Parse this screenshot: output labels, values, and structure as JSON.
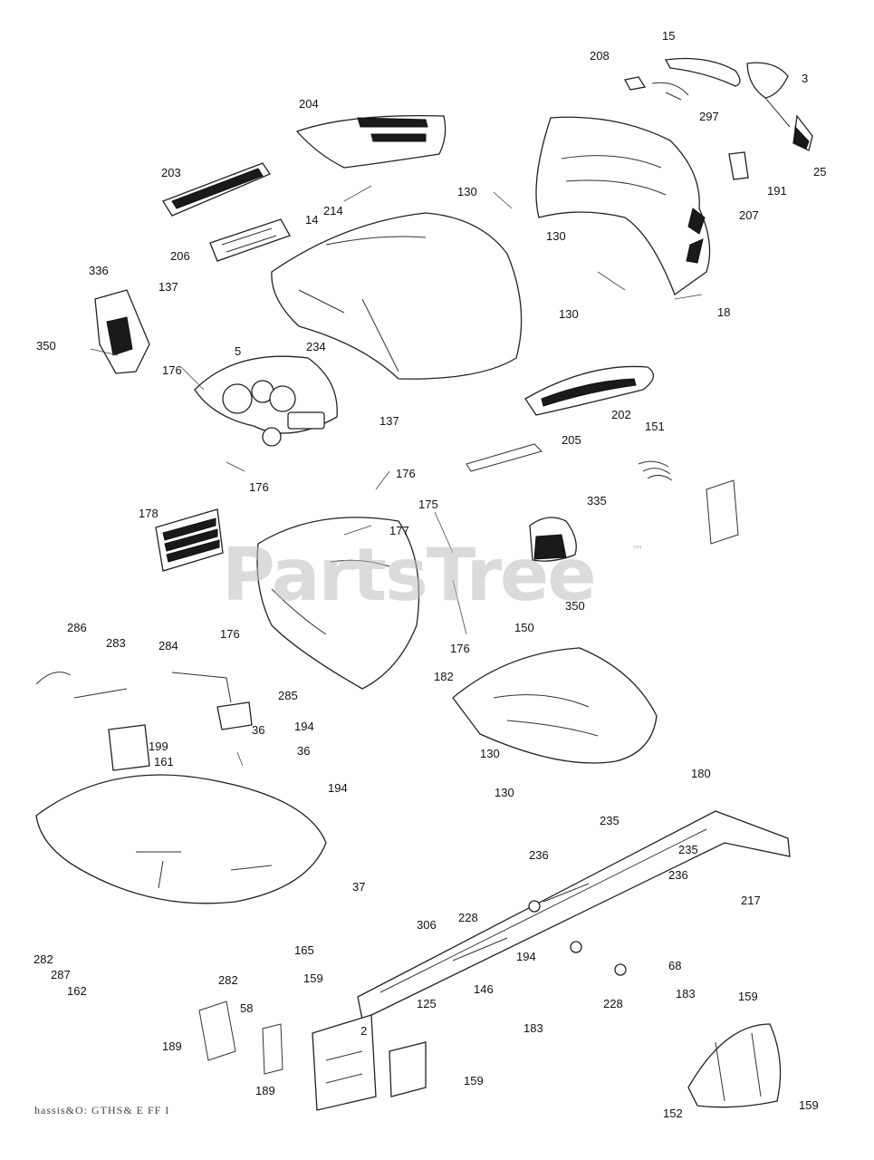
{
  "watermark": {
    "text": "PartsTree",
    "trademark": "™"
  },
  "footer": {
    "text": "hassis&O: GTHS& E FF I"
  },
  "callouts": [
    {
      "id": "c15",
      "label": "15"
    },
    {
      "id": "c208",
      "label": "208"
    },
    {
      "id": "c3",
      "label": "3"
    },
    {
      "id": "c297",
      "label": "297"
    },
    {
      "id": "c25",
      "label": "25"
    },
    {
      "id": "c204",
      "label": "204"
    },
    {
      "id": "c191",
      "label": "191"
    },
    {
      "id": "c203",
      "label": "203"
    },
    {
      "id": "c130a",
      "label": "130"
    },
    {
      "id": "c207",
      "label": "207"
    },
    {
      "id": "c214",
      "label": "214"
    },
    {
      "id": "c14",
      "label": "14"
    },
    {
      "id": "c130b",
      "label": "130"
    },
    {
      "id": "c206",
      "label": "206"
    },
    {
      "id": "c336",
      "label": "336"
    },
    {
      "id": "c137a",
      "label": "137"
    },
    {
      "id": "c18",
      "label": "18"
    },
    {
      "id": "c130c",
      "label": "130"
    },
    {
      "id": "c350a",
      "label": "350"
    },
    {
      "id": "c5",
      "label": "5"
    },
    {
      "id": "c234",
      "label": "234"
    },
    {
      "id": "c176a",
      "label": "176"
    },
    {
      "id": "c137b",
      "label": "137"
    },
    {
      "id": "c202",
      "label": "202"
    },
    {
      "id": "c151",
      "label": "151"
    },
    {
      "id": "c205",
      "label": "205"
    },
    {
      "id": "c176b",
      "label": "176"
    },
    {
      "id": "c176c",
      "label": "176"
    },
    {
      "id": "c175",
      "label": "175"
    },
    {
      "id": "c335",
      "label": "335"
    },
    {
      "id": "c178",
      "label": "178"
    },
    {
      "id": "c177",
      "label": "177"
    },
    {
      "id": "c350b",
      "label": "350"
    },
    {
      "id": "c286",
      "label": "286"
    },
    {
      "id": "c150",
      "label": "150"
    },
    {
      "id": "c283",
      "label": "283"
    },
    {
      "id": "c284",
      "label": "284"
    },
    {
      "id": "c176d",
      "label": "176"
    },
    {
      "id": "c176e",
      "label": "176"
    },
    {
      "id": "c182",
      "label": "182"
    },
    {
      "id": "c285",
      "label": "285"
    },
    {
      "id": "c36a",
      "label": "36"
    },
    {
      "id": "c194a",
      "label": "194"
    },
    {
      "id": "c199",
      "label": "199"
    },
    {
      "id": "c36b",
      "label": "36"
    },
    {
      "id": "c130d",
      "label": "130"
    },
    {
      "id": "c161",
      "label": "161"
    },
    {
      "id": "c194b",
      "label": "194"
    },
    {
      "id": "c130e",
      "label": "130"
    },
    {
      "id": "c180",
      "label": "180"
    },
    {
      "id": "c235a",
      "label": "235"
    },
    {
      "id": "c235b",
      "label": "235"
    },
    {
      "id": "c236a",
      "label": "236"
    },
    {
      "id": "c236b",
      "label": "236"
    },
    {
      "id": "c37",
      "label": "37"
    },
    {
      "id": "c217",
      "label": "217"
    },
    {
      "id": "c228a",
      "label": "228"
    },
    {
      "id": "c306",
      "label": "306"
    },
    {
      "id": "c165",
      "label": "165"
    },
    {
      "id": "c194c",
      "label": "194"
    },
    {
      "id": "c282a",
      "label": "282"
    },
    {
      "id": "c68",
      "label": "68"
    },
    {
      "id": "c287",
      "label": "287"
    },
    {
      "id": "c282b",
      "label": "282"
    },
    {
      "id": "c159a",
      "label": "159"
    },
    {
      "id": "c146",
      "label": "146"
    },
    {
      "id": "c162",
      "label": "162"
    },
    {
      "id": "c183a",
      "label": "183"
    },
    {
      "id": "c159b",
      "label": "159"
    },
    {
      "id": "c125",
      "label": "125"
    },
    {
      "id": "c228b",
      "label": "228"
    },
    {
      "id": "c58",
      "label": "58"
    },
    {
      "id": "c183b",
      "label": "183"
    },
    {
      "id": "c2",
      "label": "2"
    },
    {
      "id": "c189a",
      "label": "189"
    },
    {
      "id": "c159c",
      "label": "159"
    },
    {
      "id": "c189b",
      "label": "189"
    },
    {
      "id": "c152",
      "label": "152"
    },
    {
      "id": "c159d",
      "label": "159"
    }
  ]
}
